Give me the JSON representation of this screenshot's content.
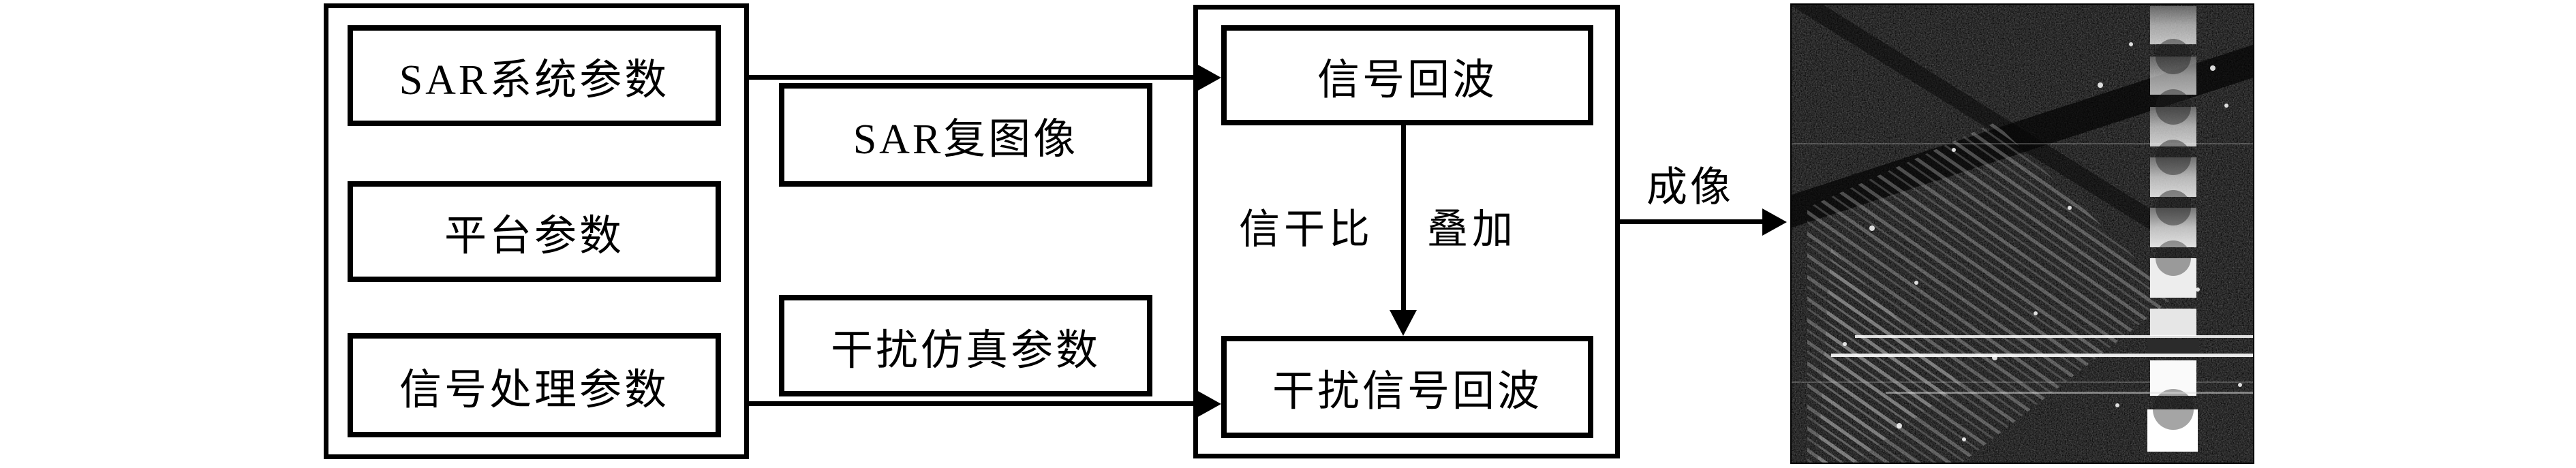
{
  "page": {
    "background": "#ffffff",
    "line_color": "#000000"
  },
  "input_group": {
    "boxes": [
      {
        "label": "SAR系统参数"
      },
      {
        "label": "平台参数"
      },
      {
        "label": "信号处理参数"
      }
    ]
  },
  "intermediate": {
    "sar_complex_image_label": "SAR复图像",
    "jamming_sim_params_label": "干扰仿真参数"
  },
  "echo_group": {
    "signal_echo_label": "信号回波",
    "jamming_echo_label": "干扰信号回波",
    "sir_label": "信干比",
    "overlay_label": "叠加"
  },
  "output": {
    "imaging_label": "成像"
  }
}
